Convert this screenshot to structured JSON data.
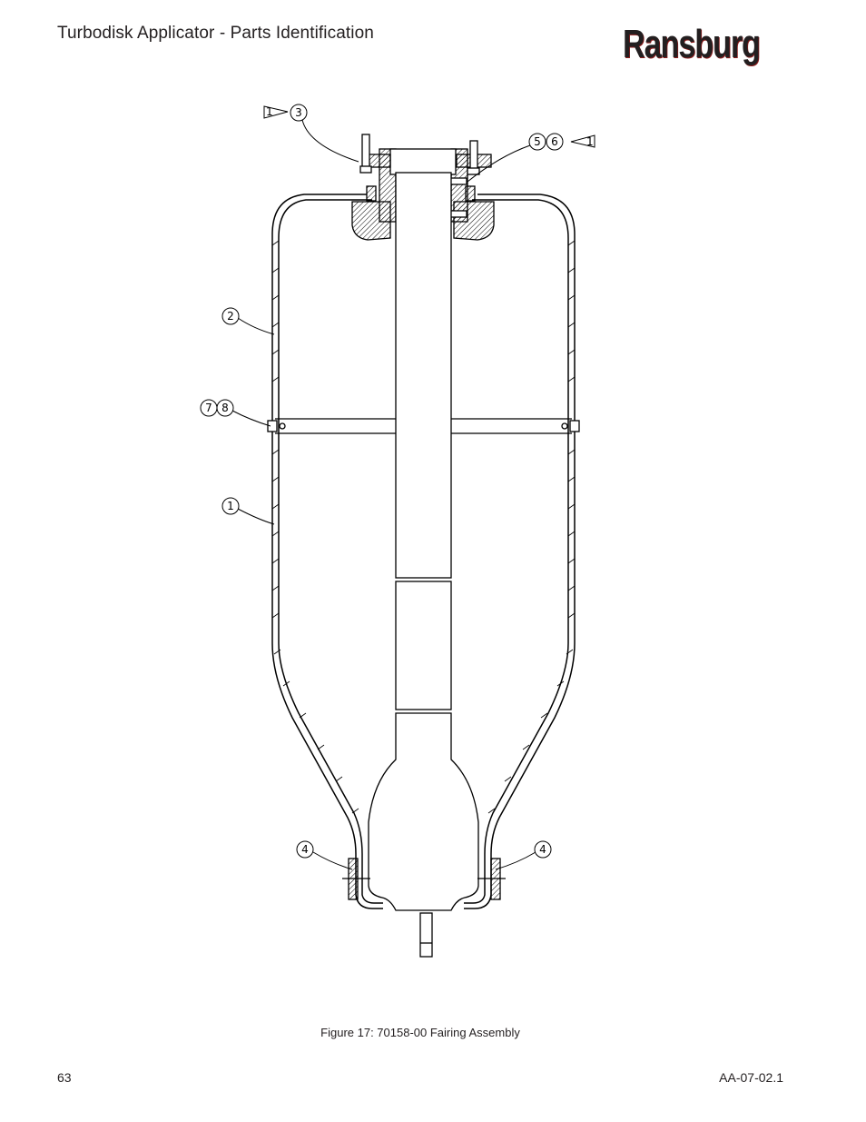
{
  "header": {
    "title": "Turbodisk Applicator - Parts Identification"
  },
  "brand": {
    "logo_text": "Ransburg"
  },
  "figure": {
    "caption": "Figure 17:  70158-00 Fairing Assembly",
    "callouts": [
      "1",
      "2",
      "3",
      "4",
      "4",
      "5",
      "6",
      "7",
      "8"
    ],
    "note_flag": "1"
  },
  "footer": {
    "page_number": "63",
    "doc_code": "AA-07-02.1"
  }
}
